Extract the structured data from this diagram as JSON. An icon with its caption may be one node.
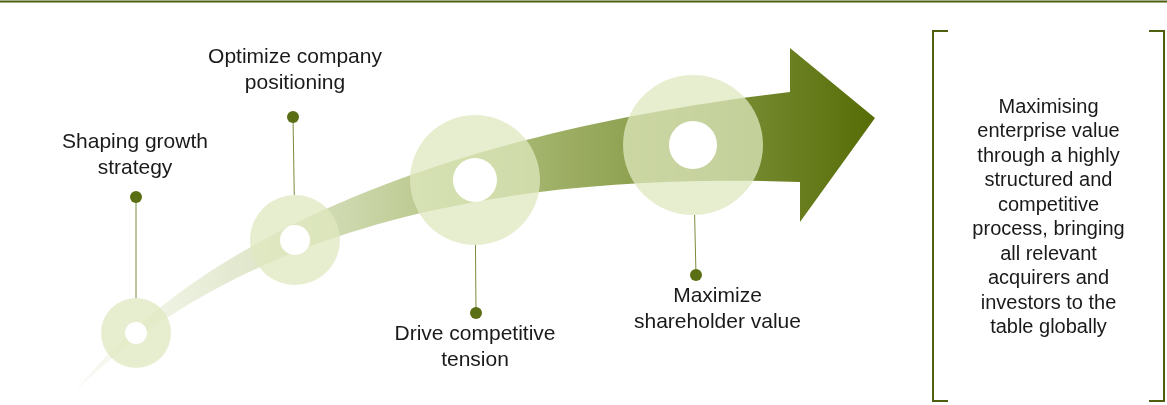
{
  "diagram": {
    "nodes": [
      {
        "text": [
          "Shaping growth strategy"
        ]
      },
      {
        "text": [],
        "shape": "circle"
      },
      {
        "text": [
          "Optimize company positioning"
        ]
      },
      {
        "text": [],
        "shape": "circle"
      },
      {
        "text": [
          "Drive competitive tension"
        ]
      },
      {
        "text": [],
        "shape": "circle"
      },
      {
        "text": [
          "Maximize shareholder value"
        ]
      },
      {
        "text": [],
        "shape": "circle"
      },
      {
        "text": [
          "Maximising enterprise value through a highly structured and competitive process, bringing all relevant acquirers and investors to the table globally"
        ]
      }
    ],
    "edges": [
      {
        "from": 0,
        "to": 1,
        "arrow": "other"
      },
      {
        "from": 2,
        "to": 3,
        "arrow": "other"
      },
      {
        "from": 4,
        "to": 5,
        "arrow": "other"
      },
      {
        "from": 6,
        "to": 7,
        "arrow": "other"
      }
    ]
  }
}
